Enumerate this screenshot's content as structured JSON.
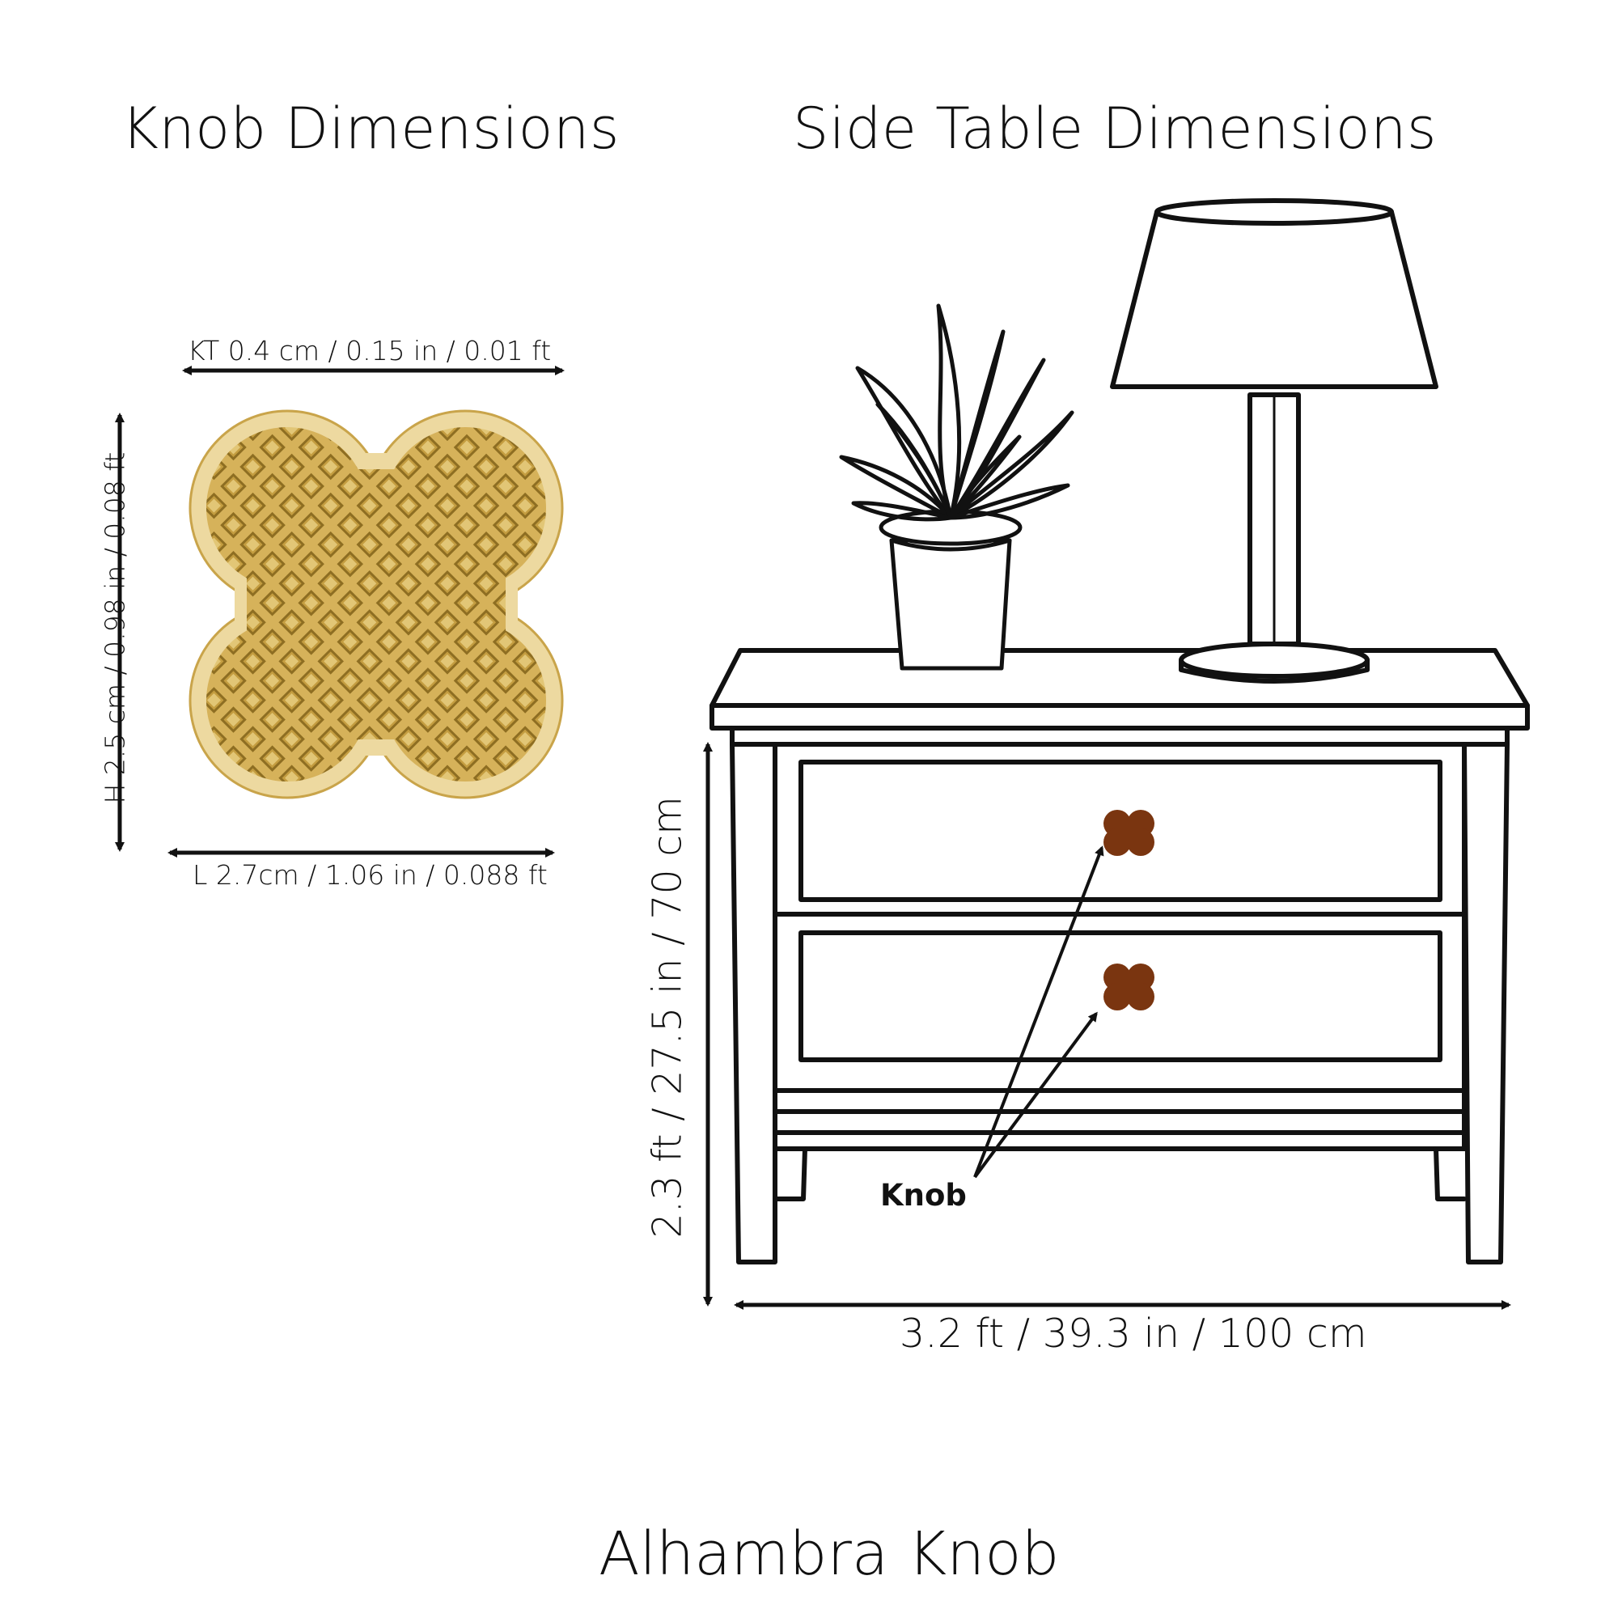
{
  "headings": {
    "knob": "Knob Dimensions",
    "table": "Side Table Dimensions"
  },
  "knob_dims": {
    "thickness": "KT 0.4 cm / 0.15 in / 0.01 ft",
    "height": "H 2.5 cm / 0.98 in / 0.08 ft",
    "length": "L 2.7cm / 1.06 in / 0.088 ft"
  },
  "table_dims": {
    "height": "2.3 ft / 27.5 in / 70 cm",
    "width": "3.2 ft / 39.3 in / 100 cm"
  },
  "callout": "Knob",
  "product_name": "Alhambra Knob",
  "colors": {
    "knob_gold": "#d9b864",
    "knob_rim": "#ecd9a0",
    "knob_pattern": "#a8872e",
    "drawer_knob": "#7a3510",
    "line": "#111111"
  }
}
